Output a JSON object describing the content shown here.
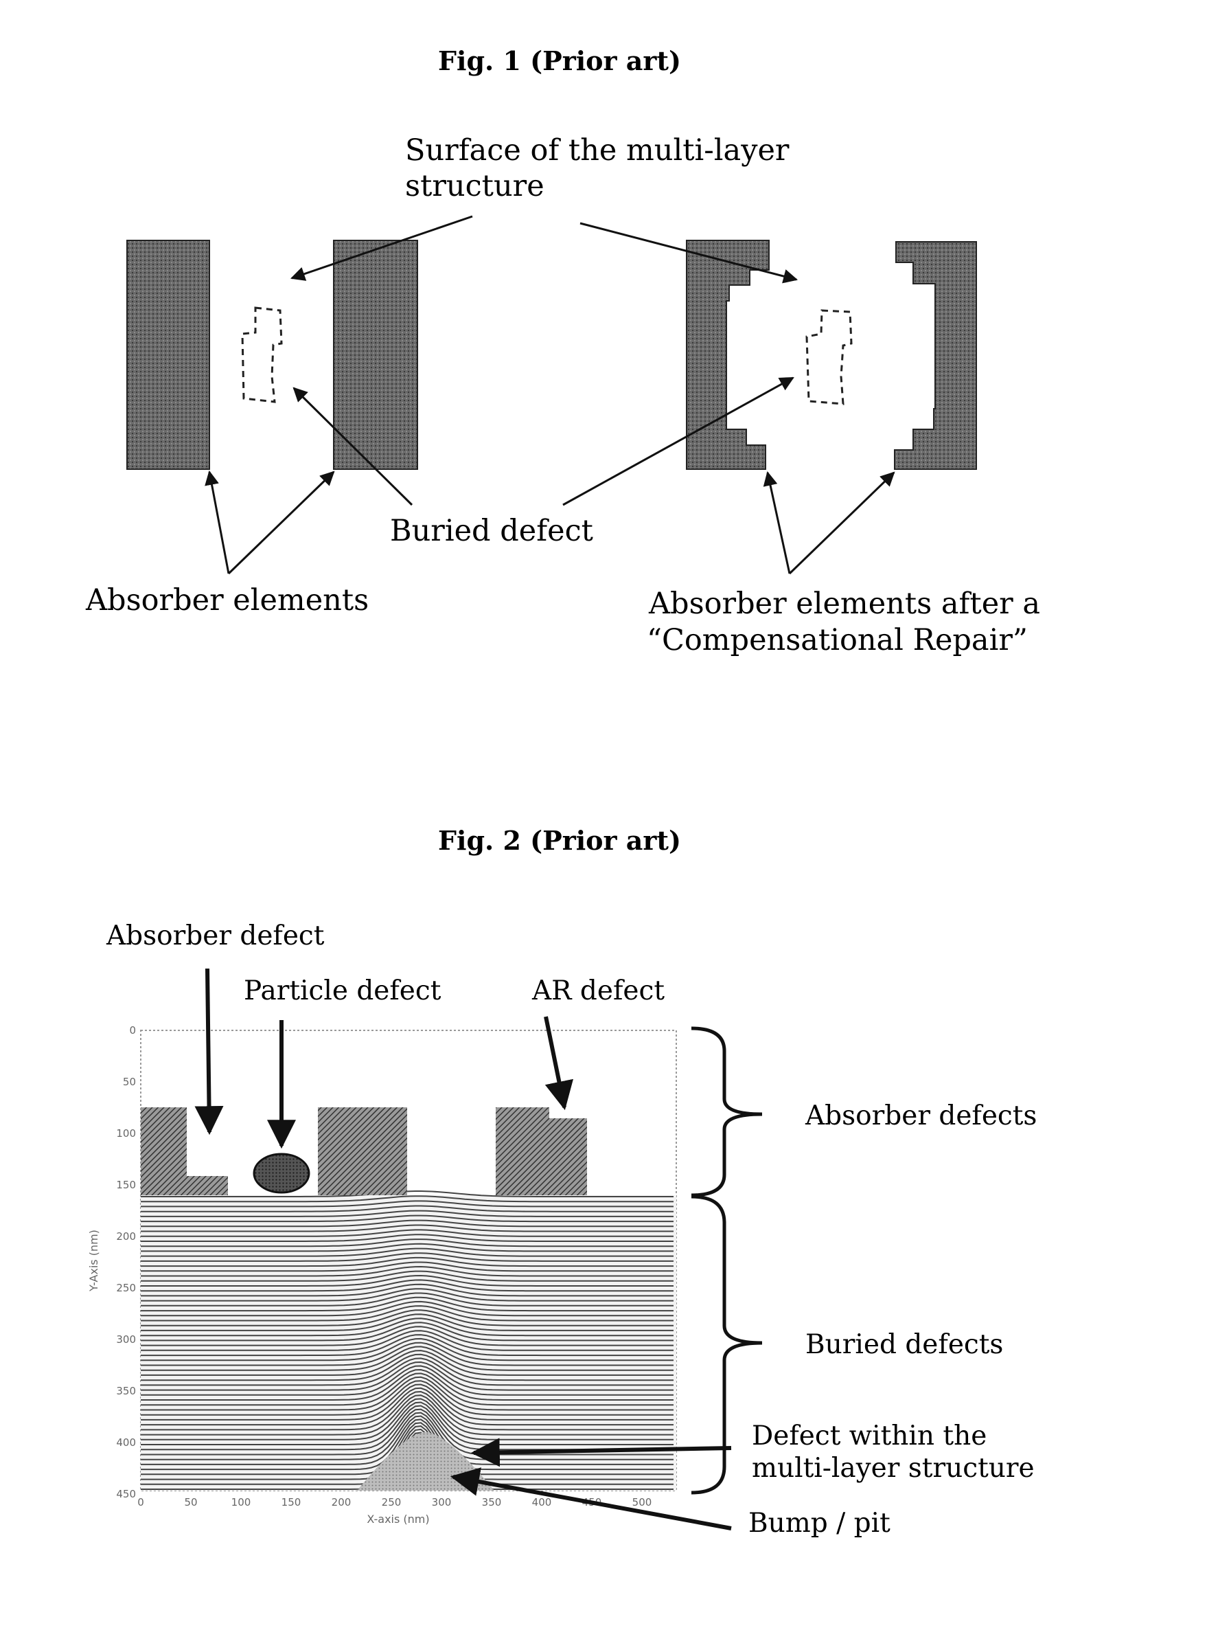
{
  "fig1": {
    "title": "Fig. 1 (Prior art)",
    "label_surface_line1": "Surface of the multi-layer",
    "label_surface_line2": "structure",
    "label_buried": "Buried defect",
    "label_absorber": "Absorber elements",
    "label_repair_line1": "Absorber elements after a",
    "label_repair_line2": "“Compensational Repair”"
  },
  "fig2": {
    "title": "Fig. 2 (Prior art)",
    "label_absorber_defect": "Absorber defect",
    "label_particle_defect": "Particle defect",
    "label_ar_defect": "AR defect",
    "label_absorber_defects": "Absorber defects",
    "label_buried_defects": "Buried defects",
    "label_defect_within_line1": "Defect within the",
    "label_defect_within_line2": "multi-layer structure",
    "label_bump_pit": "Bump / pit",
    "x_axis_label": "X-axis (nm)",
    "y_axis_label": "Y-Axis (nm)",
    "x_ticks": [
      "0",
      "50",
      "100",
      "150",
      "200",
      "250",
      "300",
      "350",
      "400",
      "450",
      "500"
    ],
    "y_ticks": [
      "0",
      "50",
      "100",
      "150",
      "200",
      "250",
      "300",
      "350",
      "400",
      "450"
    ]
  },
  "colors": {
    "fill": "#5a5a5a",
    "line": "#111111",
    "layer": "#444444"
  }
}
